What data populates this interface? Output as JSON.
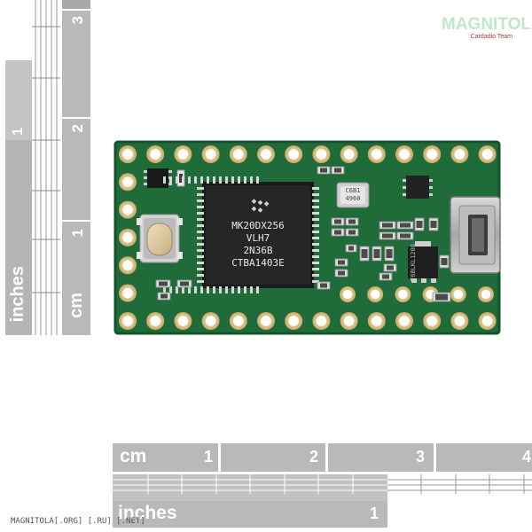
{
  "watermark": {
    "logo_text": "MAGNITOLA",
    "logo_sub": "Cardadio Team",
    "footer": "MAGNITOLA[.ORG] [.RU] [.NET]"
  },
  "ruler_left_cm": {
    "unit": "cm",
    "ticks": [
      "1",
      "2",
      "3"
    ]
  },
  "ruler_left_inches": {
    "unit": "inches",
    "ticks": [
      "1"
    ]
  },
  "ruler_bottom_cm": {
    "unit": "cm",
    "ticks": [
      "1",
      "2",
      "3",
      "4"
    ]
  },
  "ruler_bottom_inches": {
    "unit": "inches",
    "ticks": [
      "1"
    ]
  },
  "mcu": {
    "line1": "MK20DX256",
    "line2": "VLH7",
    "line3": "2N36B",
    "line4": "CTBA1403E"
  },
  "crystal": {
    "line1": "C6B1",
    "line2": "4960"
  },
  "regulator": {
    "line1": "T6BLK",
    "line2": "L1208"
  },
  "colors": {
    "pcb": "#1f6b3a",
    "pcb_edge": "#14542b",
    "pad": "#d8c08a",
    "ruler_gray": "#b9b9b9",
    "ruler_dark": "#a7a7a7"
  }
}
